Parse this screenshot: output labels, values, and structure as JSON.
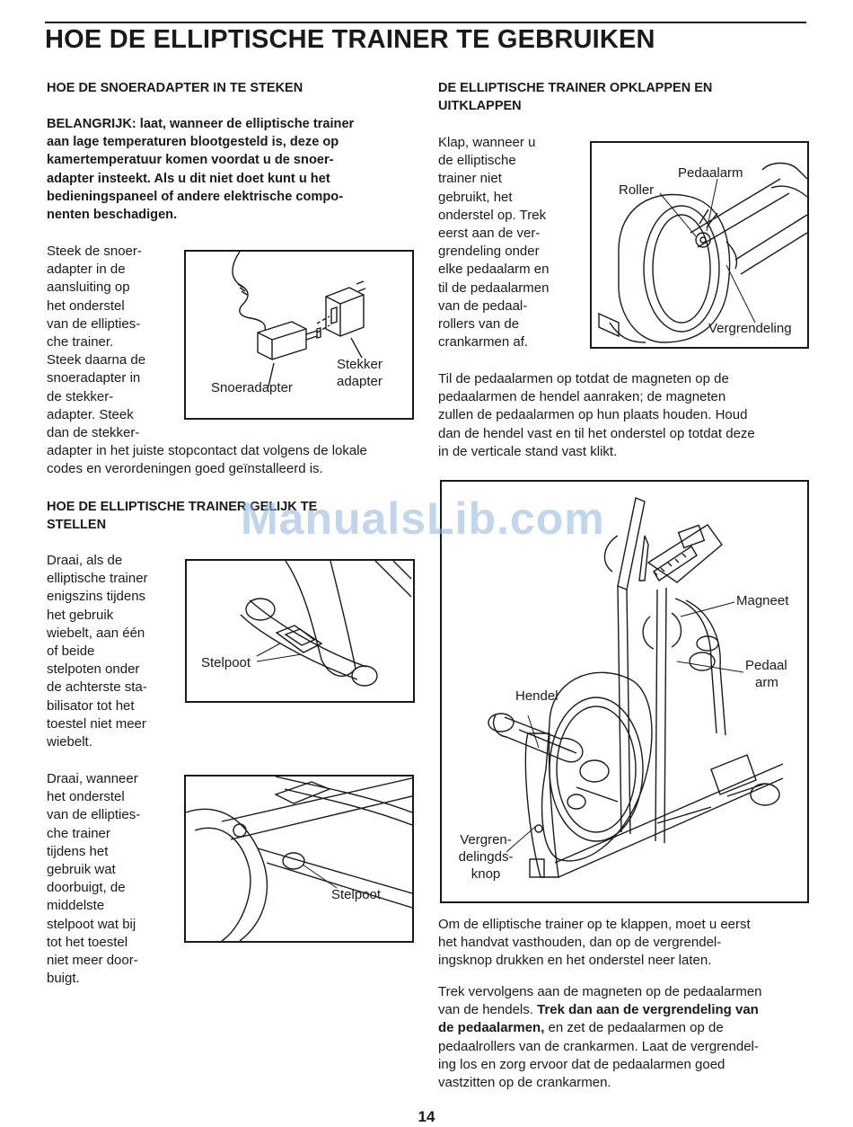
{
  "page": {
    "title": "HOE DE ELLIPTISCHE TRAINER TE GEBRUIKEN",
    "page_number": "14",
    "watermark": "ManualsLib.com"
  },
  "left": {
    "section1": {
      "heading": "HOE DE SNOERADAPTER IN TE STEKEN",
      "warning_lines": [
        "BELANGRIJK: laat, wanneer de elliptische trainer",
        "aan lage temperaturen blootgesteld is, deze op",
        "kamertemperatuur komen voordat u de snoer-",
        "adapter insteekt. Als u dit niet doet kunt u het",
        "bedieningspaneel of andere elektrische compo-",
        "nenten beschadigen."
      ],
      "body_short_lines": [
        "Steek de snoer-",
        "adapter in de",
        "aansluiting op",
        "het onderstel",
        "van de ellipties-",
        "che trainer.",
        "Steek daarna de",
        "snoeradapter in",
        "de stekker-",
        "adapter. Steek",
        "dan de stekker-"
      ],
      "body_wide_lines": [
        "adapter in het juiste stopcontact dat volgens de lokale",
        "codes en verordeningen goed geïnstalleerd is."
      ],
      "figure_labels": {
        "cord_adapter": "Snoeradapter",
        "plug_adapter_1": "Stekker",
        "plug_adapter_2": "adapter"
      }
    },
    "section2": {
      "heading_lines": [
        "HOE DE ELLIPTISCHE TRAINER GELIJK TE",
        "STELLEN"
      ],
      "para1_lines": [
        "Draai, als de",
        "elliptische trainer",
        "enigszins tijdens",
        "het gebruik",
        "wiebelt, aan één",
        "of beide",
        "stelpoten onder",
        "de achterste sta-",
        "bilisator tot het",
        "toestel niet meer",
        "wiebelt."
      ],
      "para2_lines": [
        "Draai, wanneer",
        "het onderstel",
        "van de ellipties-",
        "che trainer",
        "tijdens het",
        "gebruik wat",
        "doorbuigt, de",
        "middelste",
        "stelpoot wat bij",
        "tot het toestel",
        "niet meer door-",
        "buigt."
      ],
      "figure1_label": "Stelpoot",
      "figure2_label": "Stelpoot"
    }
  },
  "right": {
    "section3": {
      "heading_lines": [
        "DE ELLIPTISCHE TRAINER OPKLAPPEN EN",
        "UITKLAPPEN"
      ],
      "para1_lines": [
        "Klap, wanneer u",
        "de elliptische",
        "trainer niet",
        "gebruikt, het",
        "onderstel op. Trek",
        "eerst aan de ver-",
        "grendeling onder",
        "elke pedaalarm en",
        "til de pedaalarmen",
        "van de pedaal-",
        "rollers van de",
        "crankarmen af."
      ],
      "figure1_labels": {
        "pedal_arm": "Pedaalarm",
        "roller": "Roller",
        "latch": "Vergrendeling"
      },
      "para2_lines": [
        "Til de pedaalarmen op totdat de magneten op de",
        "pedaalarmen de hendel aanraken; de magneten",
        "zullen de pedaalarmen op hun plaats houden. Houd",
        "dan de hendel vast en til het onderstel op totdat deze",
        "in de verticale stand vast klikt."
      ],
      "figure2_labels": {
        "magnet": "Magneet",
        "pedal_arm_1": "Pedaal",
        "pedal_arm_2": "arm",
        "handle": "Hendel",
        "latch_knob_1": "Vergren-",
        "latch_knob_2": "delingds-",
        "latch_knob_3": "knop"
      },
      "para3_lines": [
        "Om de elliptische trainer op te klappen, moet u eerst",
        "het handvat vasthouden, dan op de vergrendel-",
        "ingsknop drukken en het onderstel neer laten."
      ],
      "para4": {
        "line1": "Trek vervolgens aan de magneten op de pedaalarmen",
        "line2_normal": "van de hendels. ",
        "line2_bold": "Trek dan aan de vergrendeling van",
        "line3_bold": "de pedaalarmen,",
        "line3_normal": " en zet de pedaalarmen op de",
        "line4": "pedaalrollers van de crankarmen. Laat de vergrendel-",
        "line5": "ing los en zorg ervoor dat de pedaalarmen goed",
        "line6": "vastzitten op de crankarmen."
      }
    }
  }
}
